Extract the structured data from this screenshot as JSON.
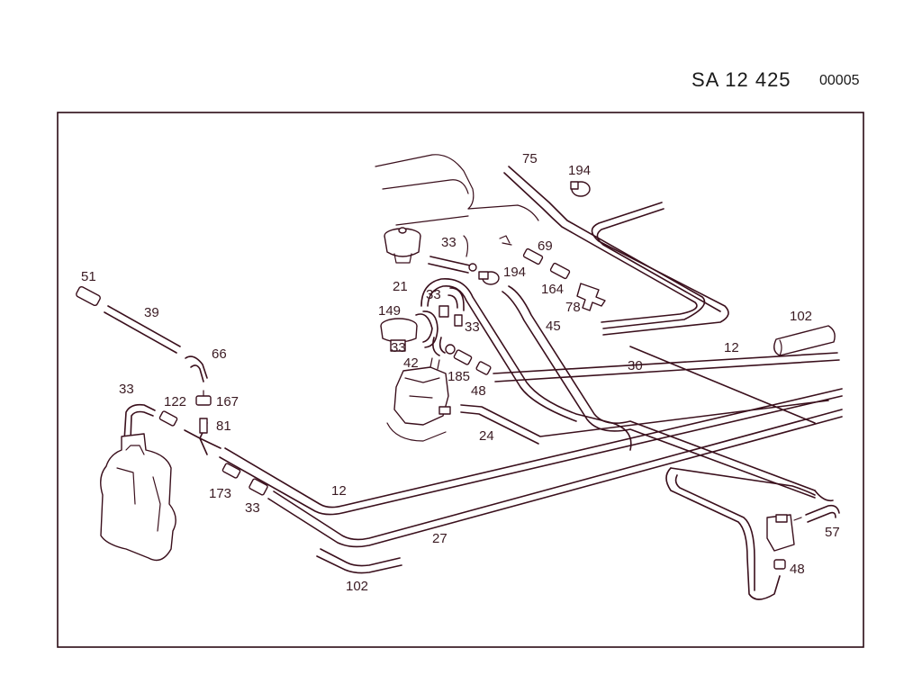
{
  "header": {
    "code": "SA   12 425",
    "sequence": "00005"
  },
  "labels": [
    {
      "id": "51",
      "text": "51"
    },
    {
      "id": "39",
      "text": "39"
    },
    {
      "id": "66",
      "text": "66"
    },
    {
      "id": "33a",
      "text": "33"
    },
    {
      "id": "122",
      "text": "122"
    },
    {
      "id": "167",
      "text": "167"
    },
    {
      "id": "81",
      "text": "81"
    },
    {
      "id": "173",
      "text": "173"
    },
    {
      "id": "33b",
      "text": "33"
    },
    {
      "id": "12a",
      "text": "12"
    },
    {
      "id": "27",
      "text": "27"
    },
    {
      "id": "102a",
      "text": "102"
    },
    {
      "id": "75",
      "text": "75"
    },
    {
      "id": "194a",
      "text": "194"
    },
    {
      "id": "33c",
      "text": "33"
    },
    {
      "id": "69",
      "text": "69"
    },
    {
      "id": "194b",
      "text": "194"
    },
    {
      "id": "21",
      "text": "21"
    },
    {
      "id": "33d",
      "text": "33"
    },
    {
      "id": "164",
      "text": "164"
    },
    {
      "id": "149",
      "text": "149"
    },
    {
      "id": "33e",
      "text": "33"
    },
    {
      "id": "45",
      "text": "45"
    },
    {
      "id": "78",
      "text": "78"
    },
    {
      "id": "33f",
      "text": "33"
    },
    {
      "id": "42",
      "text": "42"
    },
    {
      "id": "185",
      "text": "185"
    },
    {
      "id": "30",
      "text": "30"
    },
    {
      "id": "48a",
      "text": "48"
    },
    {
      "id": "24",
      "text": "24"
    },
    {
      "id": "102b",
      "text": "102"
    },
    {
      "id": "12b",
      "text": "12"
    },
    {
      "id": "57",
      "text": "57"
    },
    {
      "id": "48b",
      "text": "48"
    }
  ]
}
